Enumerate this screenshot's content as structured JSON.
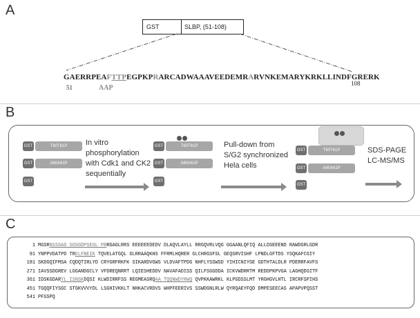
{
  "panels": {
    "a": "A",
    "b": "B",
    "c": "C"
  },
  "panel_a": {
    "gst": "GST",
    "slbp": "SLBP, (51-108)",
    "seq_parts": [
      {
        "t": "GAERRPEA",
        "style": ""
      },
      {
        "t": "F",
        "style": "gray"
      },
      {
        "t": "TTP",
        "style": "gray ul"
      },
      {
        "t": "EGPKP",
        "style": ""
      },
      {
        "t": "R",
        "style": "gray"
      },
      {
        "t": "ARCADWAAAVEEDEMR",
        "style": ""
      },
      {
        "t": "A",
        "style": "gray"
      },
      {
        "t": "RVNKEMARYKRKLLINDFGRERK",
        "style": ""
      }
    ],
    "start": "51",
    "end": "108",
    "mutant": "AAP"
  },
  "panel_b": {
    "gst": "GST",
    "wt_label": "T60T61P",
    "mut_label": "A60A61P",
    "step1": [
      "In vitro",
      "phosphorylation",
      "with Cdk1 and CK2",
      "sequentially"
    ],
    "step2": [
      "Pull-down from",
      "S/G2 synchronized",
      "Hela cells"
    ],
    "step3": [
      "SDS-PAGE",
      "LC-MS/MS"
    ]
  },
  "panel_c": {
    "lines": [
      {
        "n": "1",
        "parts": [
          {
            "t": "MGSR"
          },
          {
            "t": "NSSSAG SGSGDPSEGL PR",
            "hl": true
          },
          {
            "t": "RGAGLRRS EEEEEEDEDV DLAQVLAYLL RRGQVRLVQG GGAANLQFIQ ALLDSEEEND RAWDGRLGDR"
          }
        ]
      },
      {
        "n": "91",
        "parts": [
          {
            "t": "YNPPVDATPD TR"
          },
          {
            "t": "ELFNEIK",
            "hl": true
          },
          {
            "t": " TQVELATGQL GLRRAAQKHS FFRMLHQRER GLCHRGSFSL GEQSRVISHF LPNDLGFTDS YSQKAFCGIY"
          }
        ]
      },
      {
        "n": "181",
        "parts": [
          {
            "t": "SKDGQIFMSA CQDQTIRLYD CRYGRFRKFK SIKARDVGWS VLDVAFTPDG NHFLYSSWSD YIHICNIYGE GDTHTALDLR PDERRFAVFS"
          }
        ]
      },
      {
        "n": "271",
        "parts": [
          {
            "t": "IAVSSDGREV LGGANDGCLY VFDREQNRRT LQIESHEDDV NAVAFADISS QILFSGGDDA ICKVWDRRTM REDDPKPVGA LAGHQDGITF"
          }
        ]
      },
      {
        "n": "361",
        "parts": [
          {
            "t": "IDSKGDAR"
          },
          {
            "t": "YL ISNSK",
            "hl": true
          },
          {
            "t": "DQSI KLWDIRRFSS REGMEASRQ"
          },
          {
            "t": "AA TQQNWDYRWQ",
            "hl": true
          },
          {
            "t": " QVPKKAWRKL KLPGDSSLMT YRGHGVLHTL IRCRFSPIHS"
          }
        ]
      },
      {
        "n": "451",
        "parts": [
          {
            "t": "TGQQFIYSGC STGKVVVYDL LSGHIVKKLT NHKACVRDVS WHPFEERIVS SSWDGNLRLW QYRQAEYFQD DMPESEECAS APAPVPQSST"
          }
        ]
      },
      {
        "n": "541",
        "parts": [
          {
            "t": "PFSSPQ"
          }
        ]
      }
    ]
  }
}
